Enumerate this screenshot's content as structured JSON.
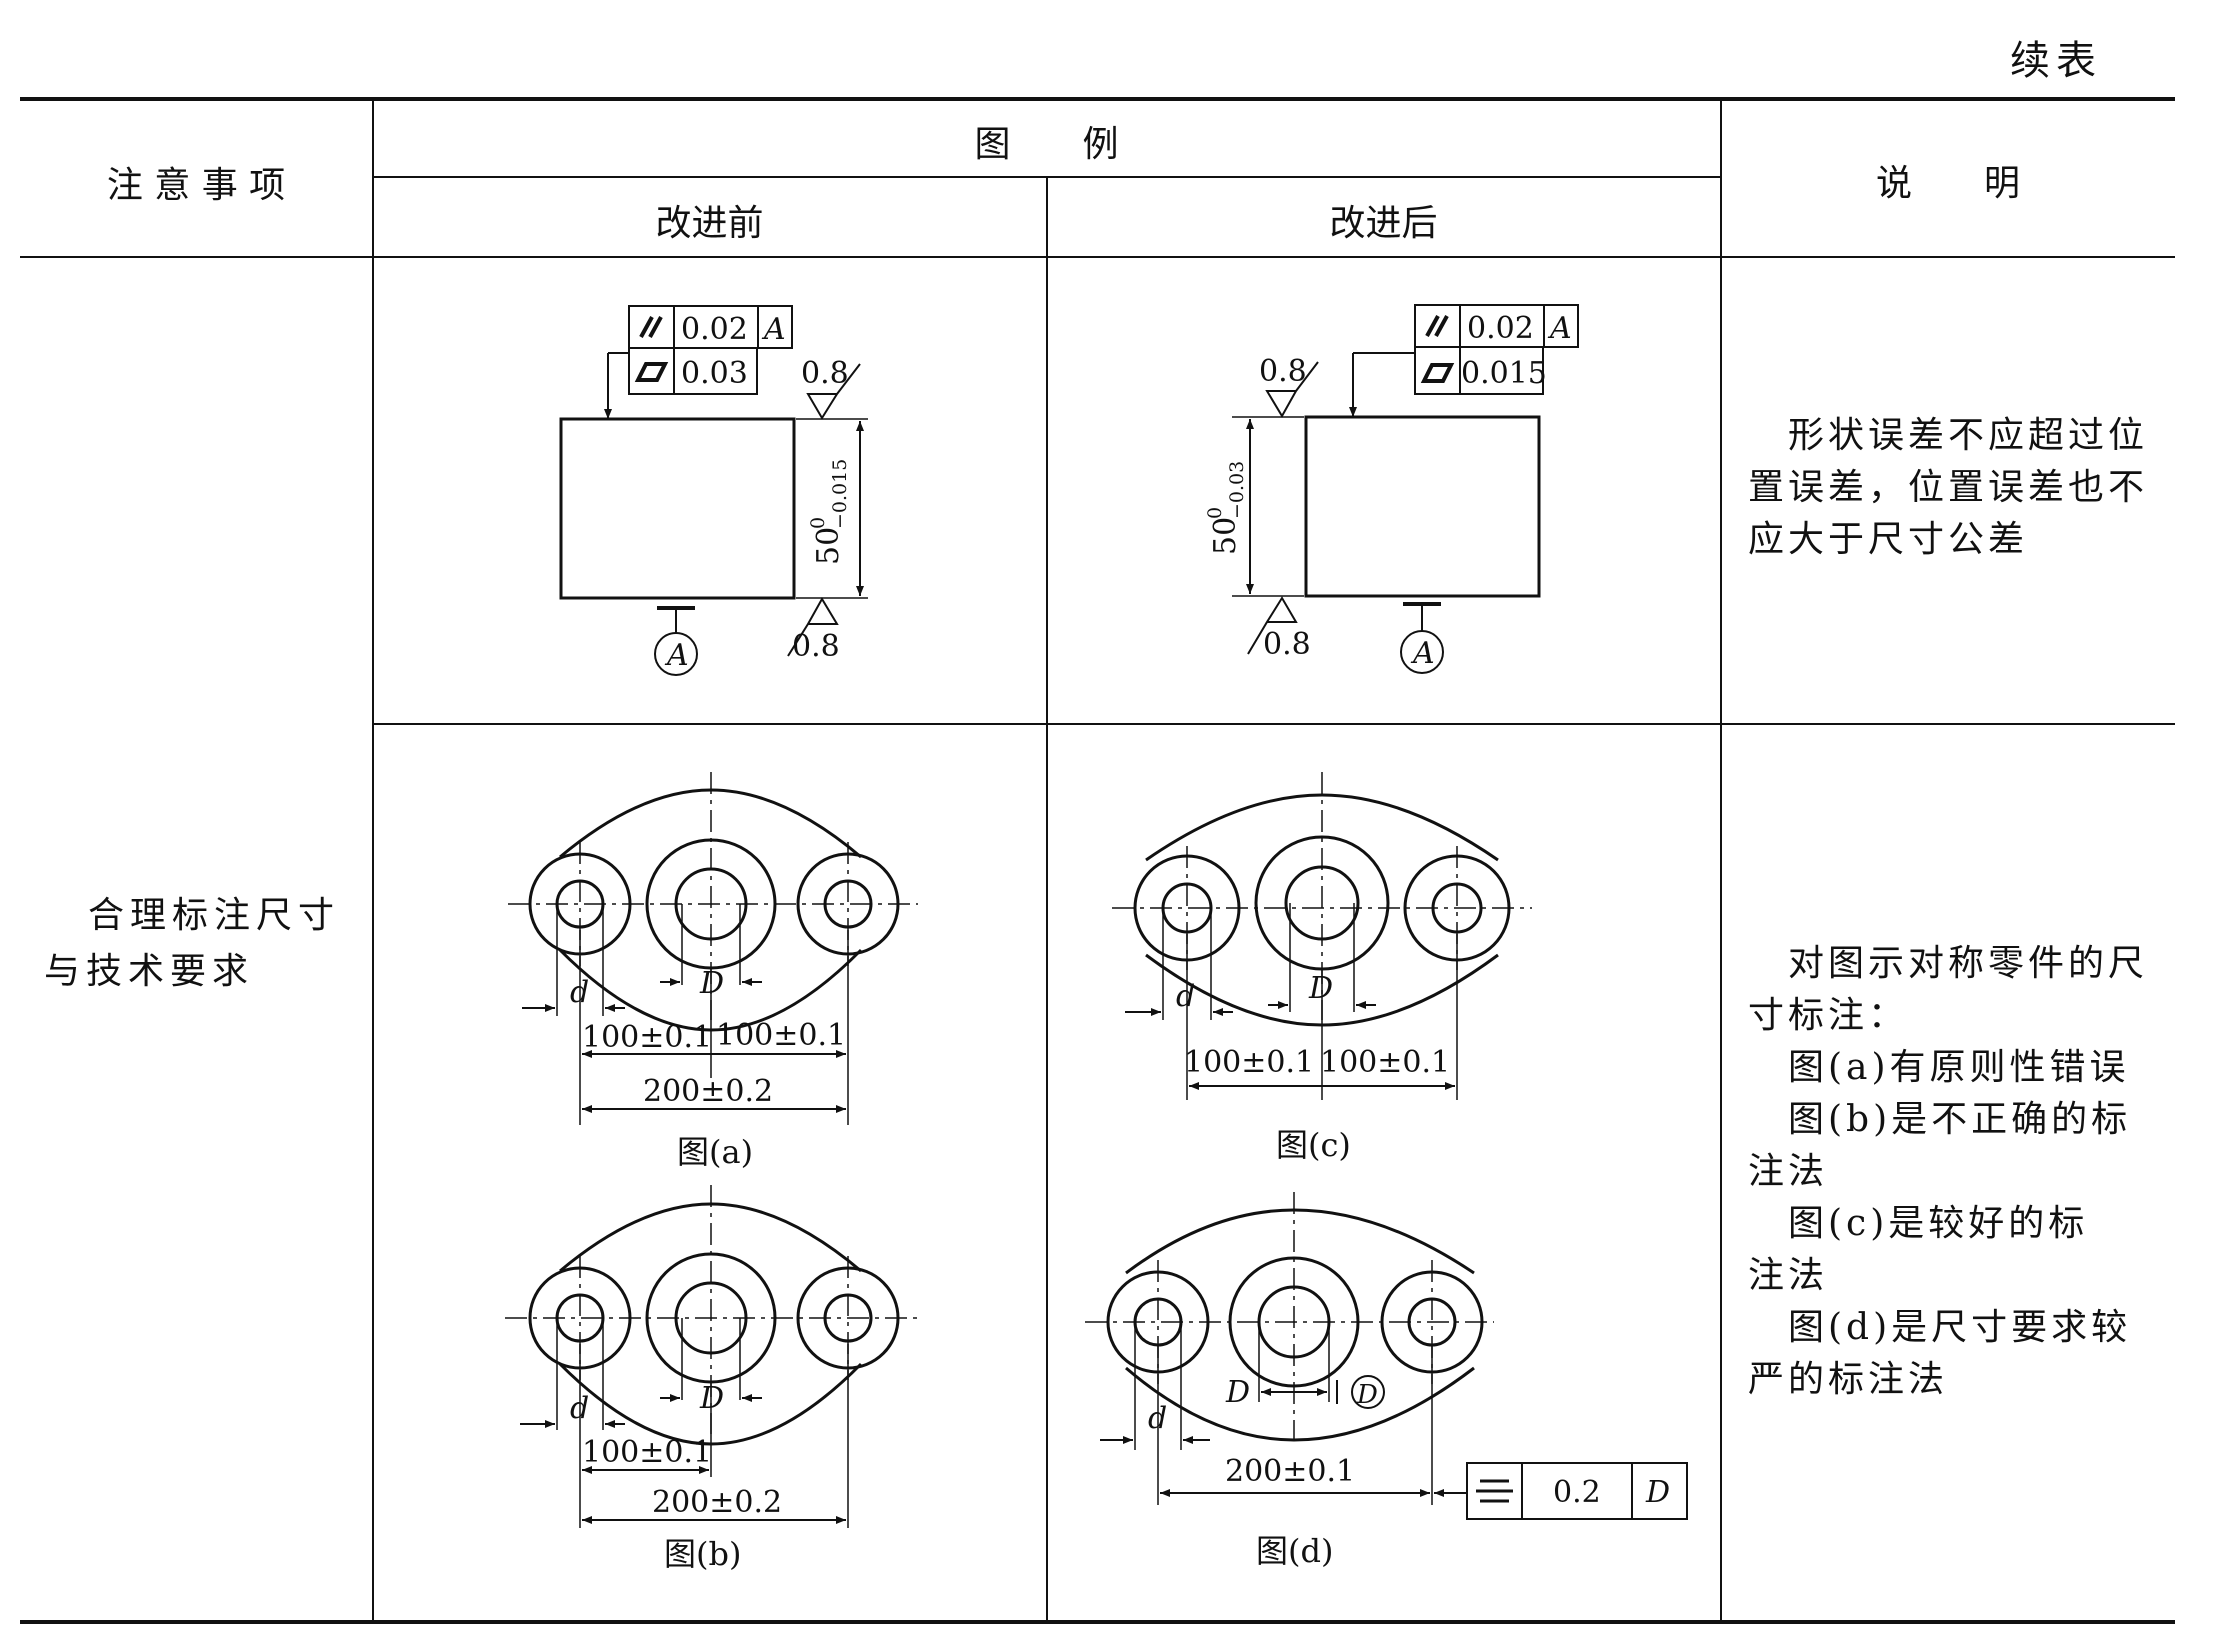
{
  "continued_label": "续表",
  "headers": {
    "notes": "注 意 事 项",
    "examples": "图　　例",
    "before": "改进前",
    "after": "改进后",
    "explanation": "说　　明"
  },
  "rows": [
    {
      "explanation": [
        "　形状误差不应超过位",
        "置误差，位置误差也不",
        "应大于尺寸公差"
      ]
    },
    {
      "note": [
        "合理标注尺寸",
        "与技术要求"
      ],
      "explanation": [
        "　对图示对称零件的尺",
        "寸标注：",
        "　图(a)有原则性错误",
        "　图(b)是不正确的标",
        "注法",
        "　图(c)是较好的标",
        "注法",
        "　图(d)是尺寸要求较",
        "严的标注法"
      ]
    }
  ],
  "figures": {
    "fig1_before": {
      "parallel_tol": "0.02",
      "datum": "A",
      "flatness_tol": "0.03",
      "roughness_top": "0.8",
      "roughness_bottom": "0.8",
      "dim_base": "50",
      "dim_upper": "0",
      "dim_lower": "−0.015",
      "datum_label": "A"
    },
    "fig1_after": {
      "parallel_tol": "0.02",
      "datum": "A",
      "flatness_tol": "0.015",
      "roughness_top": "0.8",
      "roughness_bottom": "0.8",
      "dim_base": "50",
      "dim_upper": "0",
      "dim_lower": "−0.03",
      "datum_label": "A"
    },
    "fig_a": {
      "caption": "图(a)",
      "d": "d",
      "D": "D",
      "dim1": "100±0.1",
      "dim2": "100±0.1",
      "dim_total": "200±0.2"
    },
    "fig_b": {
      "caption": "图(b)",
      "d": "d",
      "D": "D",
      "dim1": "100±0.1",
      "dim_total": "200±0.2"
    },
    "fig_c": {
      "caption": "图(c)",
      "d": "d",
      "D": "D",
      "dim1": "100±0.1",
      "dim2": "100±0.1"
    },
    "fig_d": {
      "caption": "图(d)",
      "d": "d",
      "D": "D",
      "D_circle": "D",
      "dim_total": "200±0.1",
      "sym_tol": "0.2",
      "sym_datum": "D"
    }
  }
}
